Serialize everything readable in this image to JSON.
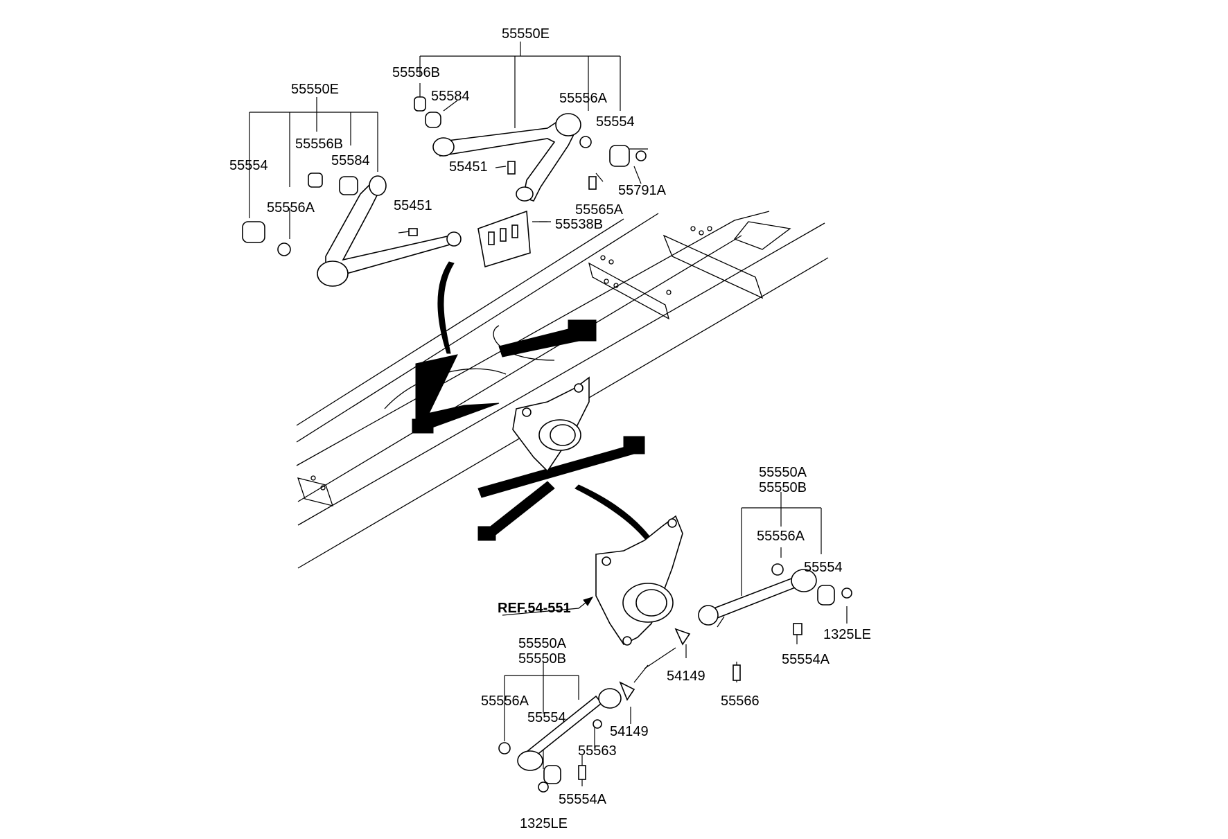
{
  "diagram": {
    "reference": "REF.54-551",
    "labels": {
      "top_center_assembly": "55550E",
      "top_center_bushing_b": "55556B",
      "top_center_bushing": "55584",
      "top_center_bushing_a": "55556A",
      "top_center_bushing_54": "55554",
      "top_center_bolt": "55451",
      "top_center_nut": "55791A",
      "top_center_bolt_a": "55565A",
      "top_center_bracket": "55538B",
      "top_left_assembly": "55550E",
      "top_left_bushing_54": "55554",
      "top_left_bushing_b": "55556B",
      "top_left_bushing": "55584",
      "top_left_bushing_a": "55556A",
      "top_left_bolt": "55451",
      "right_assembly_a": "55550A",
      "right_assembly_b": "55550B",
      "right_bushing_a": "55556A",
      "right_bushing_54": "55554",
      "right_nut": "1325LE",
      "right_bolt_a": "55554A",
      "right_bracket": "54149",
      "right_bolt": "55566",
      "bottom_assembly_a": "55550A",
      "bottom_assembly_b": "55550B",
      "bottom_bushing_a": "55556A",
      "bottom_bushing_54": "55554",
      "bottom_nut_63": "55563",
      "bottom_bracket": "54149",
      "bottom_bolt_a": "55554A",
      "bottom_nut": "1325LE"
    }
  }
}
